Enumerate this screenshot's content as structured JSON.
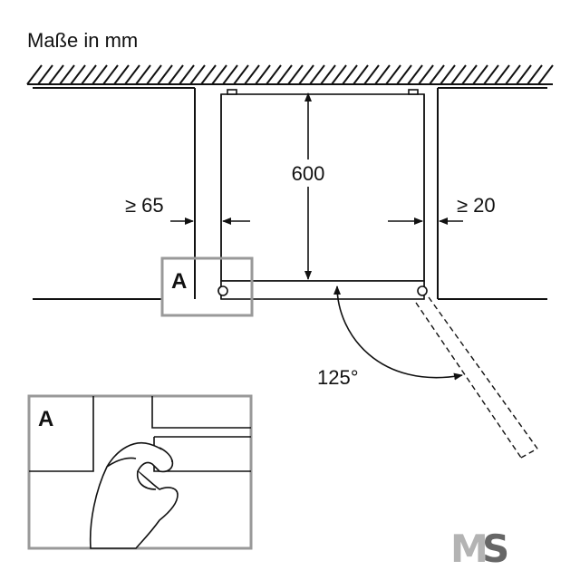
{
  "title": "Maße in mm",
  "dimensions": {
    "depth": "600",
    "left_gap": "≥ 65",
    "right_gap": "≥ 20",
    "door_angle": "125°"
  },
  "detail_marker": "A",
  "detail_inset_marker": "A",
  "logo": {
    "part_m": "M",
    "part_s": "S"
  },
  "colors": {
    "line": "#111111",
    "detail_frame": "#999999",
    "logo_m": "#b3b3b3",
    "logo_s": "#666666"
  }
}
